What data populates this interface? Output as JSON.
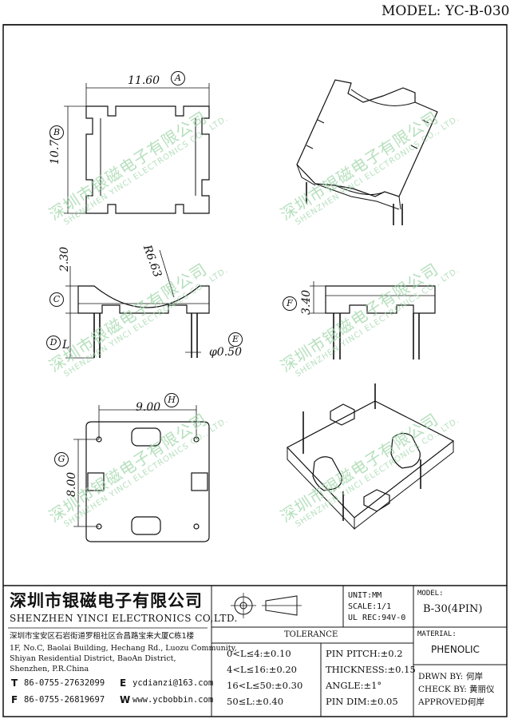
{
  "header": {
    "model_code": "MODEL: YC-B-030"
  },
  "dimensions": {
    "width": "11.60",
    "width_marker": "A",
    "height": "10.70",
    "height_marker": "B",
    "top_height": "2.30",
    "top_marker": "C",
    "radius": "R6.63",
    "pin_length": "L",
    "pin_marker": "D",
    "pin_dia": "φ0.50",
    "pin_dia_marker": "E",
    "side_height": "3.40",
    "side_marker": "F",
    "pitch_v": "8.00",
    "pitch_v_marker": "G",
    "pitch_h": "9.00",
    "pitch_h_marker": "H"
  },
  "watermark": {
    "cn": "深圳市银磁电子有限公司",
    "en": "SHENZHEN YINCI ELECTRONICS CO., LTD."
  },
  "title_block": {
    "company_cn": "深圳市银磁电子有限公司",
    "company_en": "SHENZHEN YINCI ELECTRONICS CO,LTD.",
    "address_cn": "深圳市宝安区石岩街道罗租社区合昌路宝来大厦C栋1楼",
    "address_en": [
      "1F, No.C, Baolai Building, Hechang Rd., Luozu Community,",
      "Shiyan Residential District, BaoAn District,",
      "Shenzhen, P.R.China"
    ],
    "tel_label": "T",
    "tel": "86-0755-27632099",
    "fax_label": "F",
    "fax": "86-0755-26819697",
    "email_label": "E",
    "email": "ycdianzi@163.com",
    "web_label": "W",
    "web": "www.ycbobbin.com",
    "unit": "UNIT:MM",
    "scale": "SCALE:1/1",
    "ul_rec": "UL REC:94V-0",
    "model_label": "MODEL:",
    "model_value": "B-30(4PIN)",
    "tolerance_title": "TOLERANCE",
    "tolerances": [
      "0<L≤4:±0.10",
      "4<L≤16:±0.20",
      "16<L≤50:±0.30",
      "50≤L:±0.40"
    ],
    "tol_specs": [
      "PIN PITCH:±0.2",
      "THICKNESS:±0.15",
      "ANGLE:±1°",
      "PIN DIM:±0.05"
    ],
    "material_label": "MATERIAL:",
    "material_value": "PHENOLIC",
    "drwn_label": "DRWN BY:",
    "drwn_value": "何岸",
    "check_label": "CHECK BY:",
    "check_value": "黄丽仪",
    "approved_label": "APPROVED:",
    "approved_value": "何岸"
  }
}
